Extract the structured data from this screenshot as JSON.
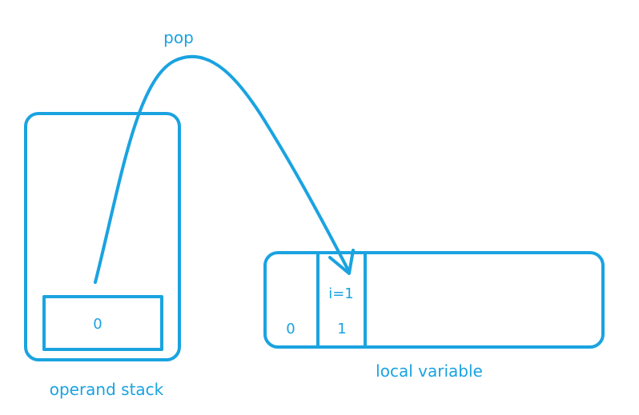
{
  "colors": {
    "stroke": "#1aa3e0",
    "text": "#1aa3e0",
    "background": "#ffffff"
  },
  "operand_stack": {
    "label": "operand stack",
    "cells": [
      "0"
    ]
  },
  "local_variable": {
    "label": "local variable",
    "slots": [
      {
        "index": "0",
        "value": ""
      },
      {
        "index": "1",
        "value": "i=1"
      }
    ]
  },
  "arrow": {
    "label": "pop",
    "from": "operand_stack.cells.0",
    "to": "local_variable.slots.1"
  }
}
